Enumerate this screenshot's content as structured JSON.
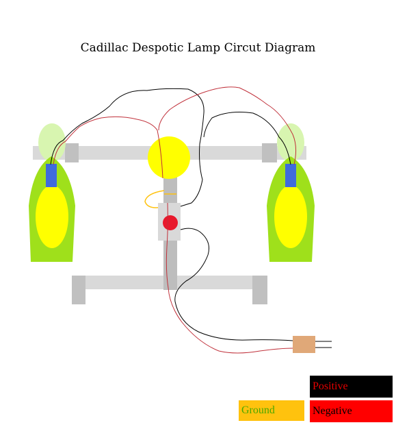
{
  "title": "Cadillac Despotic Lamp Circut Diagram",
  "legend": {
    "positive": "Positive",
    "negative": "Negative",
    "ground": "Ground"
  },
  "colors": {
    "lamp_body": "#9fe01b",
    "lamp_glow": "#d8f5b0",
    "bulb": "#ffff00",
    "socket": "#3f6bdc",
    "frame": "#d9d9d9",
    "bracket": "#c0c0c0",
    "center_light": "#ffff00",
    "switch_button": "#e8192c",
    "connector": "#e0a878",
    "positive_wire": "#000000",
    "negative_wire": "#c0303a",
    "ground_wire": "#ffc20e"
  }
}
